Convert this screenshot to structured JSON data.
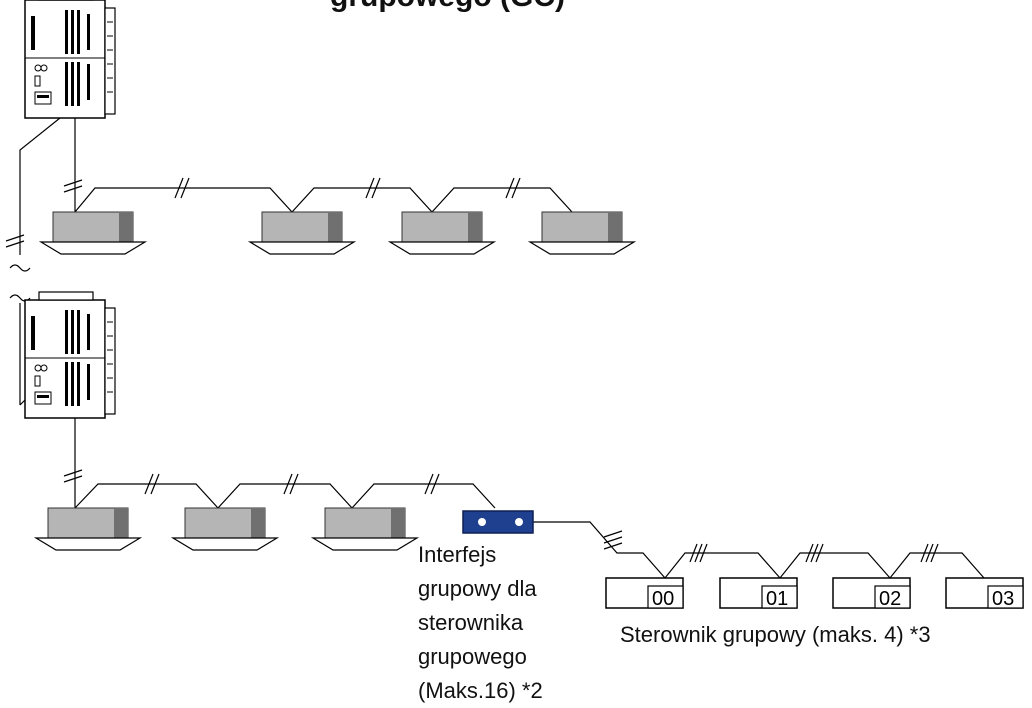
{
  "title": "grupowego (GC)",
  "interface_label": [
    "Interfejs",
    "grupowy dla",
    "sterownika",
    "grupowego",
    "(Maks.16) *2"
  ],
  "controller_caption": "Sterownik grupowy (maks. 4) *3",
  "controller_codes": [
    "00",
    "01",
    "02",
    "03"
  ],
  "colors": {
    "interface_box": "#1f3f8f",
    "unit_body": "#b5b5b5",
    "line": "#000000"
  }
}
